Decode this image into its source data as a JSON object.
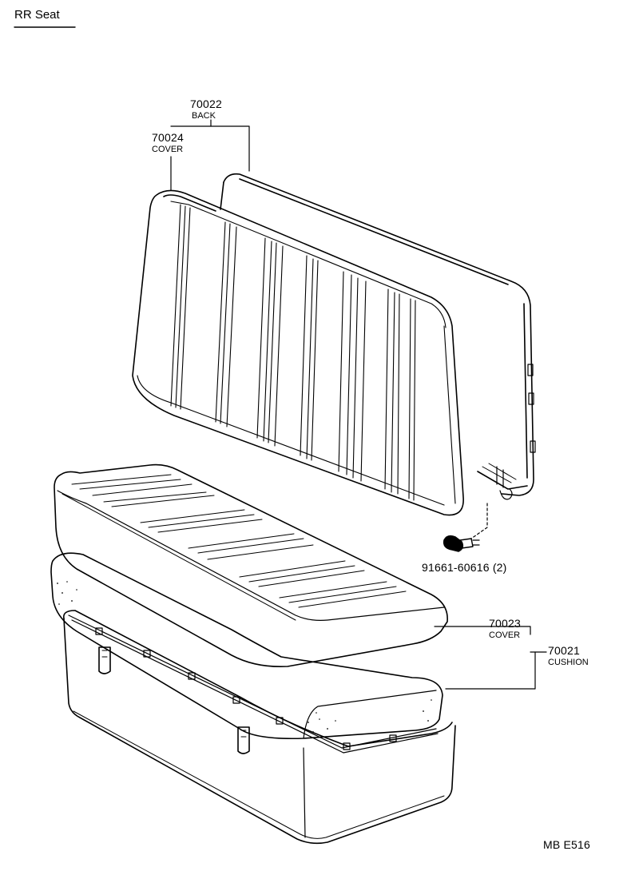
{
  "header": {
    "title": "RR  Seat"
  },
  "parts": {
    "back": {
      "number": "70022",
      "name": "BACK"
    },
    "back_cover": {
      "number": "70024",
      "name": "COVER"
    },
    "bolt": {
      "number": "91661-60616 (2)"
    },
    "cushion_cover": {
      "number": "70023",
      "name": "COVER"
    },
    "cushion": {
      "number": "70021",
      "name": "CUSHION"
    }
  },
  "footer": {
    "code": "MB  E516"
  },
  "colors": {
    "ink": "#000000",
    "paper": "#ffffff"
  }
}
